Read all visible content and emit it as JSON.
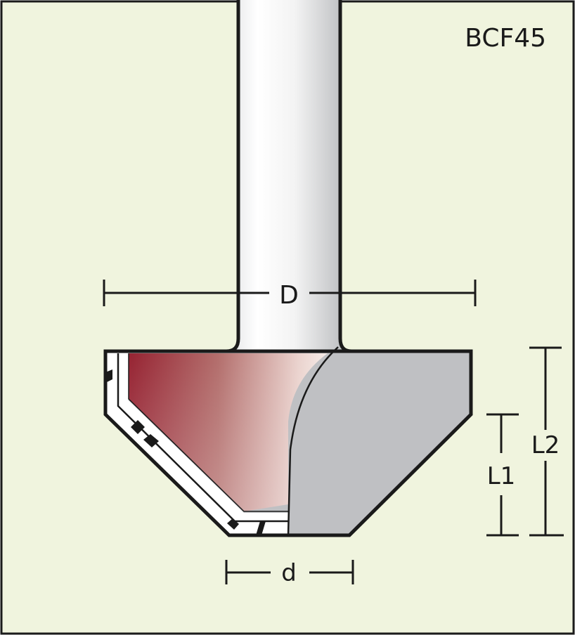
{
  "model": "BCF45",
  "dimensions": {
    "D": "D",
    "d": "d",
    "L1": "L1",
    "L2": "L2"
  },
  "colors": {
    "background": "#f0f4de",
    "frame": "#1a1a1a",
    "cutter_red": "#9b2a37",
    "body_gray": "#bfc0c3",
    "shank_light": "#f4f4f4"
  }
}
